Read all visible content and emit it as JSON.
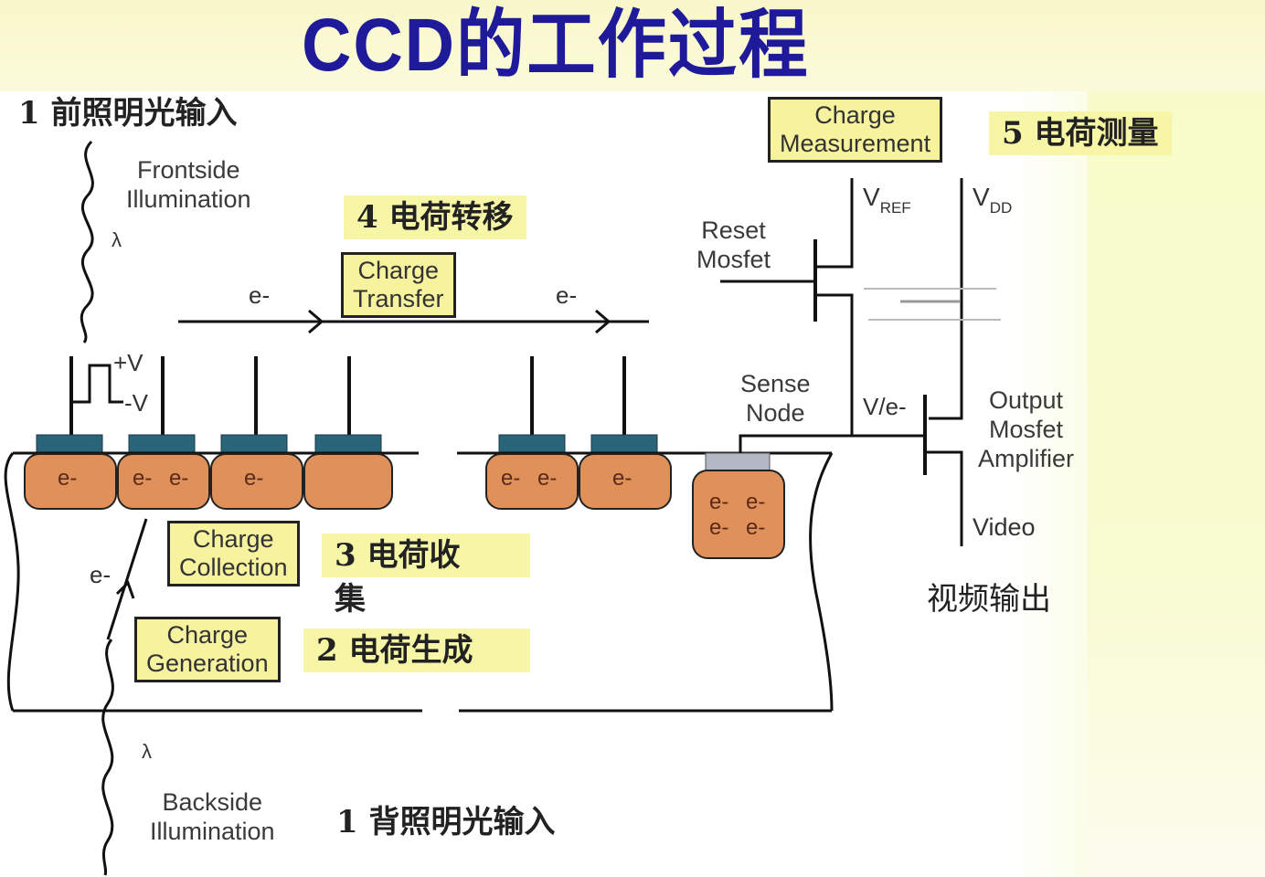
{
  "title": "CCD的工作过程",
  "steps": {
    "front_input": "1 前照明光输入",
    "generation": "2 电荷生成",
    "collection_line1": "3 电荷收",
    "collection_line2": "集",
    "transfer": "4 电荷转移",
    "measurement": "5 电荷测量",
    "back_input": "1 背照明光输入",
    "video_output": "视频输出"
  },
  "labels": {
    "frontside_1": "Frontside",
    "frontside_2": "Illumination",
    "backside_1": "Backside",
    "backside_2": "Illumination",
    "lambda": "λ",
    "electron": "e-",
    "plus_v": "+V",
    "minus_v": "-V",
    "reset_1": "Reset",
    "reset_2": "Mosfet",
    "sense_1": "Sense",
    "sense_2": "Node",
    "v_per_e": "V/e-",
    "vref_main": "V",
    "vref_sub": "REF",
    "vdd_main": "V",
    "vdd_sub": "DD",
    "output_1": "Output",
    "output_2": "Mosfet",
    "output_3": "Amplifier",
    "video": "Video"
  },
  "boxes": {
    "transfer_1": "Charge",
    "transfer_2": "Transfer",
    "measurement_1": "Charge",
    "measurement_2": "Measurement",
    "collection_1": "Charge",
    "collection_2": "Collection",
    "generation_1": "Charge",
    "generation_2": "Generation"
  },
  "pixels": [
    {
      "electrons": [
        "e-"
      ]
    },
    {
      "electrons": [
        "e-",
        "e-"
      ]
    },
    {
      "electrons": [
        "e-"
      ]
    },
    {
      "electrons": []
    },
    {
      "electrons": [
        "e-",
        "e-"
      ]
    },
    {
      "electrons": [
        "e-"
      ]
    }
  ],
  "sense_node_electrons": [
    "e-",
    "e-",
    "e-",
    "e-"
  ],
  "colors": {
    "title": "#1e1a9a",
    "well": "#e0915a",
    "gate": "#2a6478",
    "sense_gate": "#b4b8c4",
    "highlight": "#f7f6a6",
    "box": "#f7f29d"
  }
}
